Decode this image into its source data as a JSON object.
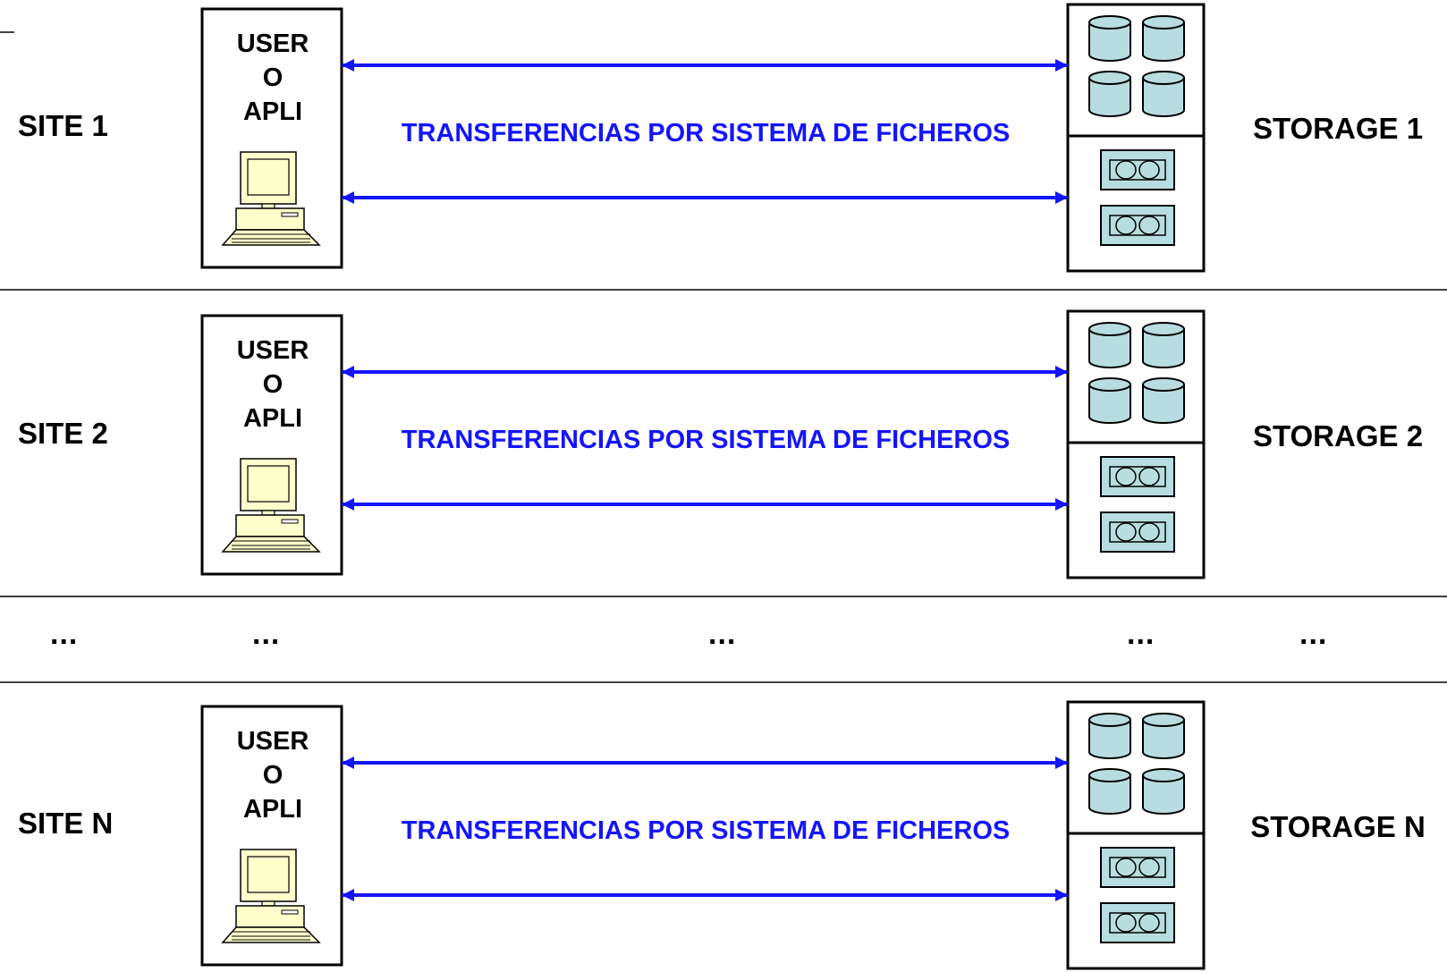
{
  "colors": {
    "arrow": "#1414ff",
    "transfer_text": "#1414ff",
    "computer_fill": "#ffffcc",
    "disk_fill": "#b8dde0",
    "tape_fill": "#b8dde0",
    "frame_stroke": "#000000"
  },
  "icons": {
    "computer": "computer-icon",
    "disk": "disk-cylinder-icon",
    "tape": "tape-cassette-icon"
  },
  "sites": [
    {
      "site_label": "SITE 1",
      "user_lines": [
        "USER",
        "O",
        "APLI"
      ],
      "transfer_label": "TRANSFERENCIAS POR SISTEMA DE FICHEROS",
      "storage_label": "STORAGE 1"
    },
    {
      "site_label": "SITE 2",
      "user_lines": [
        "USER",
        "O",
        "APLI"
      ],
      "transfer_label": "TRANSFERENCIAS POR SISTEMA DE FICHEROS",
      "storage_label": "STORAGE 2"
    },
    {
      "site_label": "SITE N",
      "user_lines": [
        "USER",
        "O",
        "APLI"
      ],
      "transfer_label": "TRANSFERENCIAS POR SISTEMA DE FICHEROS",
      "storage_label": "STORAGE N"
    }
  ],
  "ellipsis": [
    "...",
    "...",
    "...",
    "...",
    "..."
  ]
}
